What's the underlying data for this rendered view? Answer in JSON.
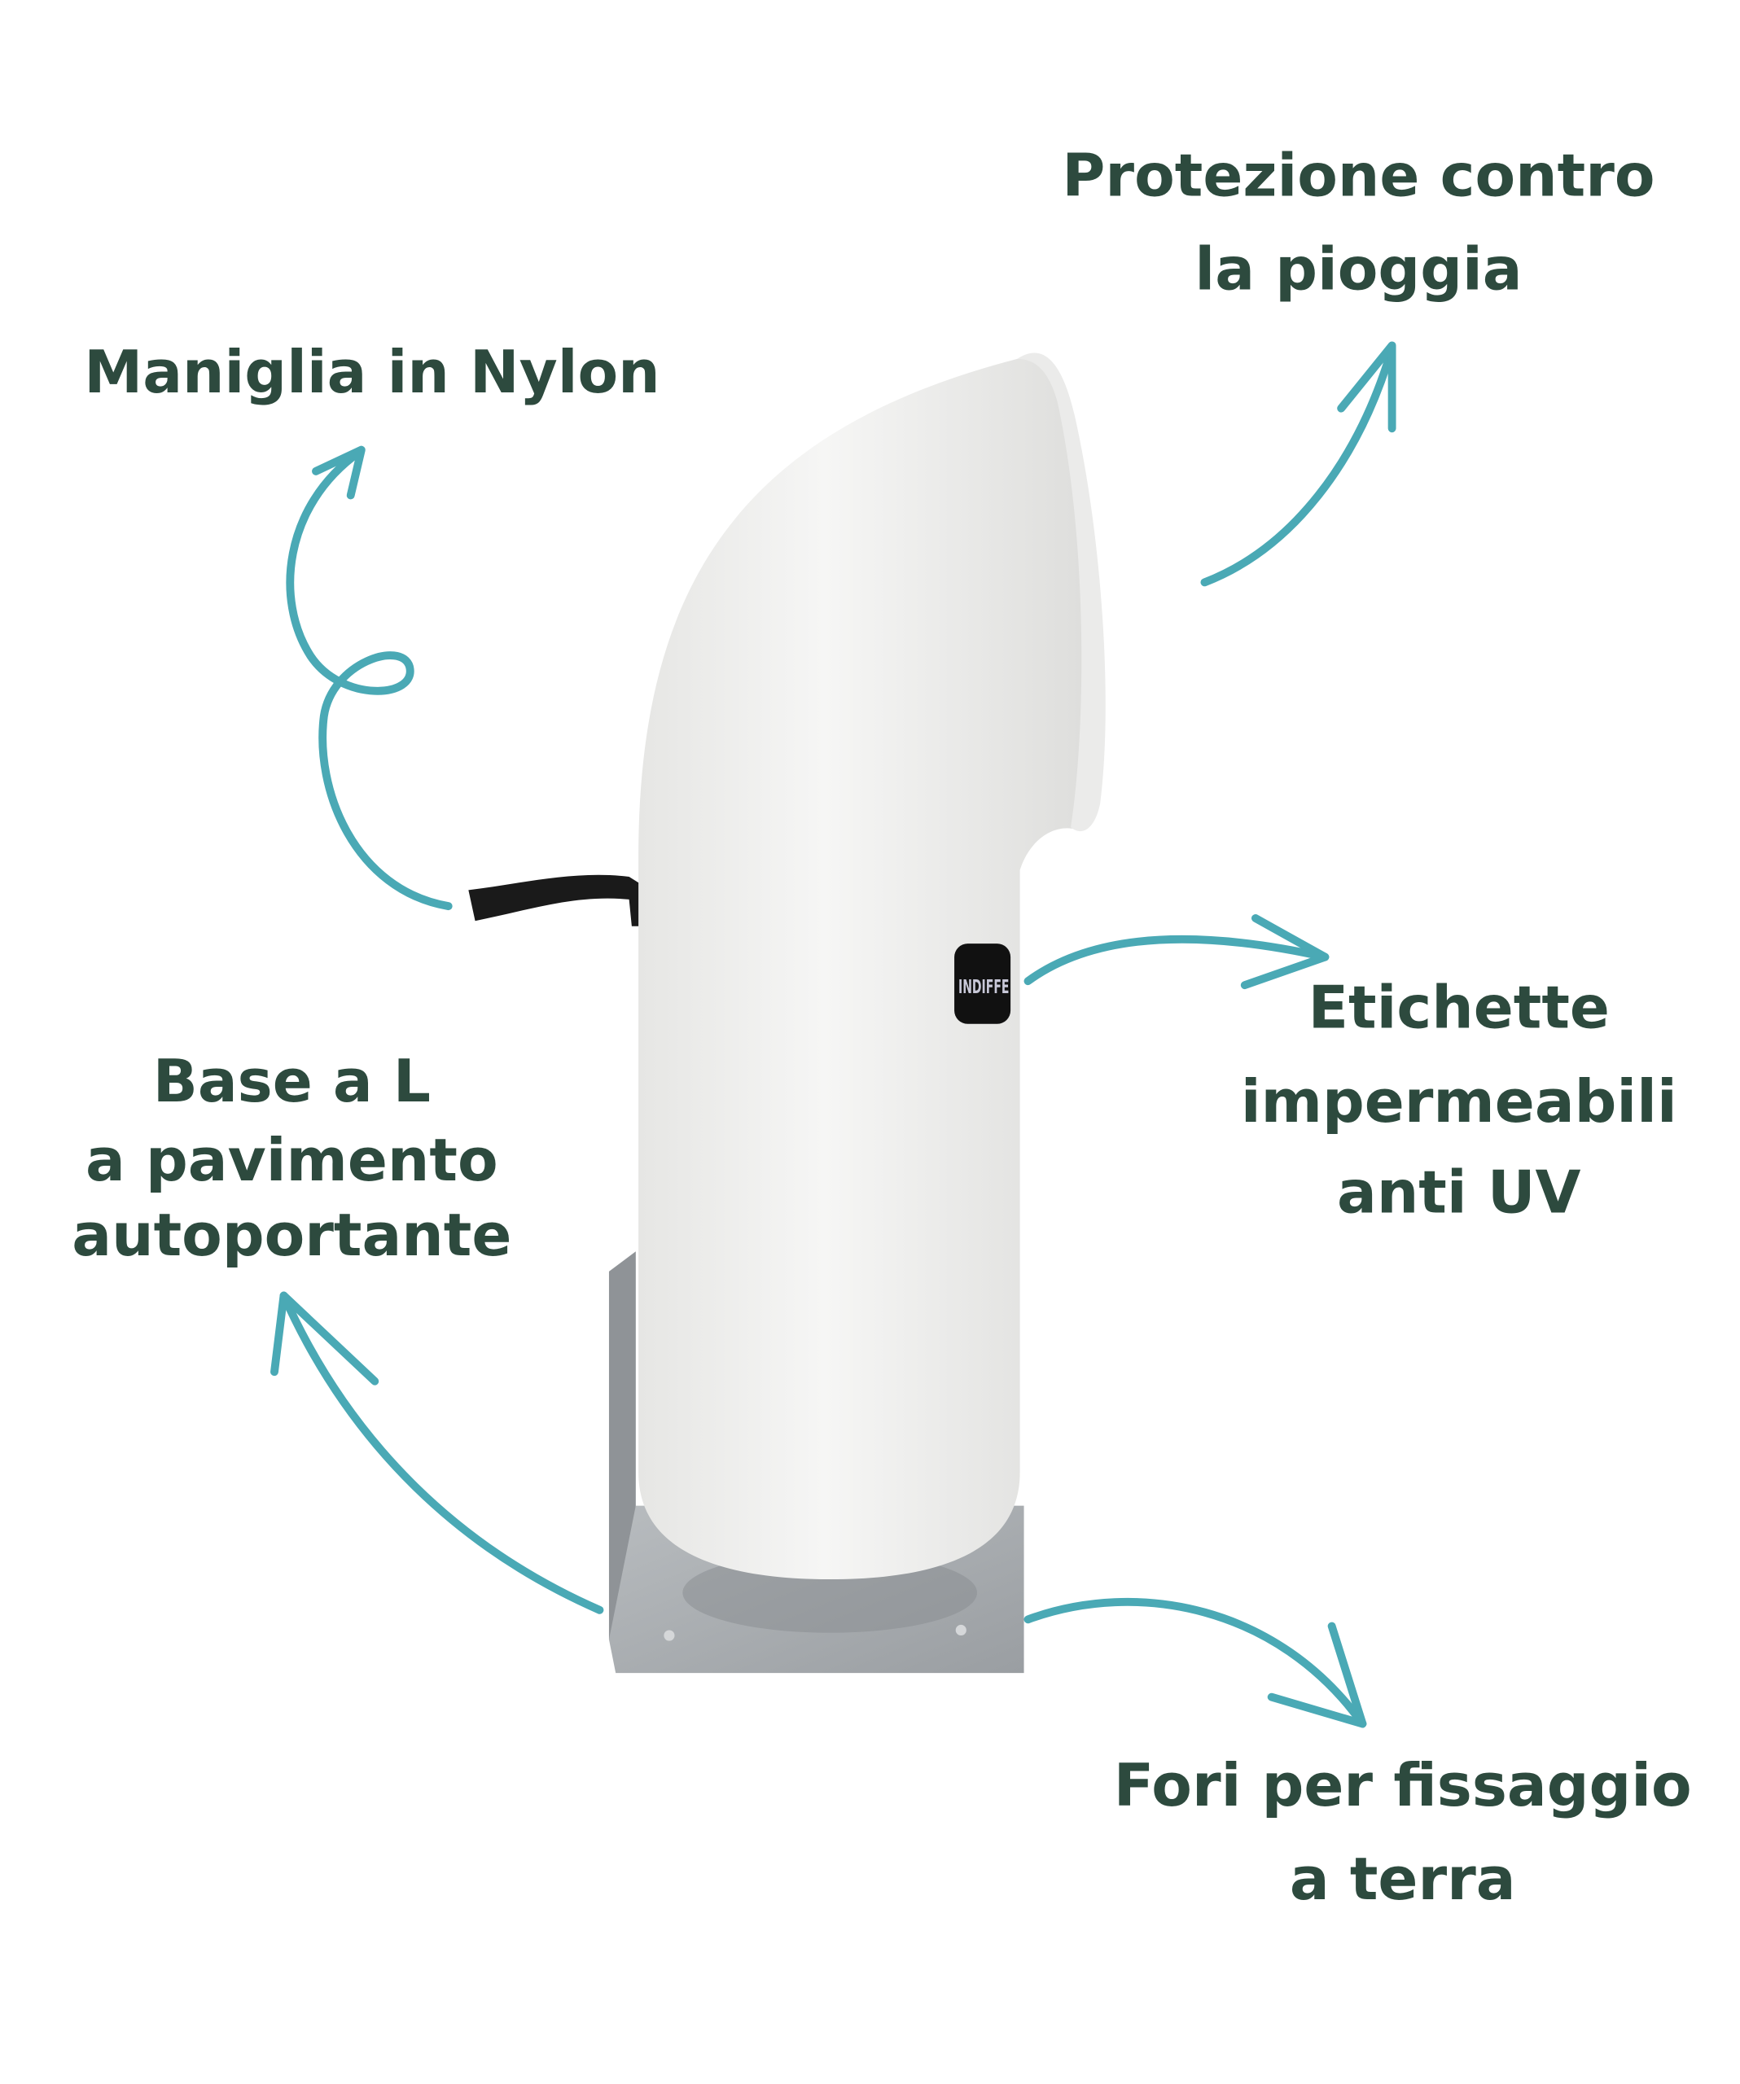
{
  "colors": {
    "text": "#2d4a3e",
    "arrow": "#4aa9b5",
    "product": "#f2f2f0",
    "base_plate": "#a9adb0",
    "handle": "#1a1a1a"
  },
  "callouts": {
    "rain_protection": [
      "Protezione contro",
      "la pioggia"
    ],
    "handle": [
      "Maniglia in Nylon"
    ],
    "labels": [
      "Etichette",
      "impermeabili",
      "anti UV"
    ],
    "base": [
      "Base a L",
      "a pavimento",
      "autoportante"
    ],
    "holes": [
      "Fori per fissaggio",
      "a terra"
    ]
  },
  "product": {
    "label_logo": "INDIFFE"
  }
}
